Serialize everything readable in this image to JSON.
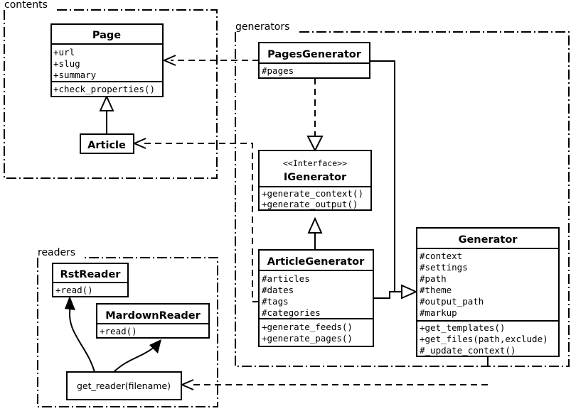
{
  "diagram": {
    "title": "Pelican architecture class diagram",
    "type": "uml-class-diagram",
    "background": "#ffffff",
    "stroke": "#000000"
  },
  "packages": [
    {
      "id": "contents",
      "label": "contents"
    },
    {
      "id": "generators",
      "label": "generators"
    },
    {
      "id": "readers",
      "label": "readers"
    }
  ],
  "classes": {
    "page": {
      "name": "Page",
      "attributes": [
        "+url",
        "+slug",
        "+summary"
      ],
      "operations": [
        "+check_properties()"
      ]
    },
    "article": {
      "name": "Article",
      "attributes": [],
      "operations": []
    },
    "pages_generator": {
      "name": "PagesGenerator",
      "attributes": [
        "#pages"
      ],
      "operations": []
    },
    "igenerator": {
      "stereotype": "<<Interface>>",
      "name": "IGenerator",
      "attributes": [],
      "operations": [
        "+generate_context()",
        "+generate_output()"
      ]
    },
    "article_generator": {
      "name": "ArticleGenerator",
      "attributes": [
        "#articles",
        "#dates",
        "#tags",
        "#categories"
      ],
      "operations": [
        "+generate_feeds()",
        "+generate_pages()"
      ]
    },
    "generator": {
      "name": "Generator",
      "attributes": [
        "#context",
        "#settings",
        "#path",
        "#theme",
        "#output_path",
        "#markup"
      ],
      "operations": [
        "+get_templates()",
        "+get_files(path,exclude)",
        "#_update_context()"
      ]
    },
    "rst_reader": {
      "name": "RstReader",
      "attributes": [],
      "operations": [
        "+read()"
      ]
    },
    "markdown_reader": {
      "name": "MardownReader",
      "attributes": [],
      "operations": [
        "+read()"
      ]
    },
    "get_reader": {
      "name": "get_reader(filename)"
    }
  },
  "relations": [
    {
      "id": "article-inherits-page",
      "from": "Article",
      "to": "Page",
      "kind": "generalization",
      "style": "solid",
      "arrow": "hollow-triangle"
    },
    {
      "id": "pagesgenerator-uses-page",
      "from": "PagesGenerator",
      "to": "Page",
      "kind": "dependency",
      "style": "dashed",
      "arrow": "open"
    },
    {
      "id": "articlegenerator-uses-article",
      "from": "ArticleGenerator",
      "to": "Article",
      "kind": "dependency",
      "style": "dashed",
      "arrow": "open"
    },
    {
      "id": "pagesgenerator-realizes-igenerator",
      "from": "PagesGenerator",
      "to": "IGenerator",
      "kind": "realization",
      "style": "dashed",
      "arrow": "hollow-triangle"
    },
    {
      "id": "articlegenerator-implements-igenerator",
      "from": "ArticleGenerator",
      "to": "IGenerator",
      "kind": "generalization",
      "style": "solid",
      "arrow": "hollow-triangle"
    },
    {
      "id": "pagesgenerator-inherits-generator",
      "from": "PagesGenerator",
      "to": "Generator",
      "kind": "generalization",
      "style": "solid",
      "arrow": "hollow-triangle"
    },
    {
      "id": "articlegenerator-inherits-generator",
      "from": "ArticleGenerator",
      "to": "Generator",
      "kind": "generalization",
      "style": "solid",
      "arrow": "hollow-triangle"
    },
    {
      "id": "generator-uses-get-reader",
      "from": "Generator",
      "to": "get_reader(filename)",
      "kind": "dependency",
      "style": "dashed",
      "arrow": "open"
    },
    {
      "id": "get-reader-returns-rstreader",
      "from": "get_reader(filename)",
      "to": "RstReader",
      "kind": "instantiation",
      "style": "curved-solid",
      "arrow": "solid"
    },
    {
      "id": "get-reader-returns-markdownreader",
      "from": "get_reader(filename)",
      "to": "MardownReader",
      "kind": "instantiation",
      "style": "curved-solid",
      "arrow": "solid"
    }
  ]
}
